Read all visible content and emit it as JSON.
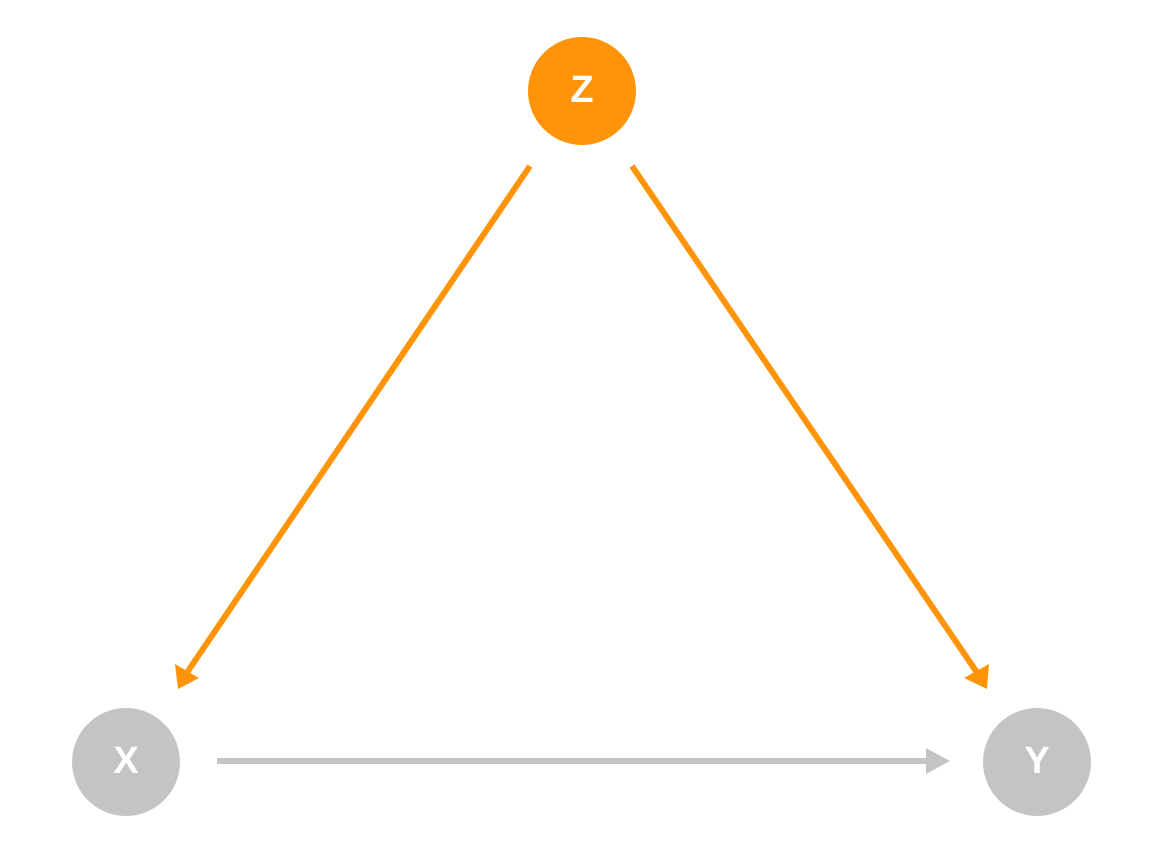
{
  "diagram": {
    "nodes": {
      "z": {
        "label": "Z",
        "color": "#FF9408"
      },
      "x": {
        "label": "X",
        "color": "#C4C4C4"
      },
      "y": {
        "label": "Y",
        "color": "#C4C4C4"
      }
    },
    "edges": [
      {
        "from": "Z",
        "to": "X",
        "color": "#FF9408"
      },
      {
        "from": "Z",
        "to": "Y",
        "color": "#FF9408"
      },
      {
        "from": "X",
        "to": "Y",
        "color": "#C4C4C4"
      }
    ]
  }
}
